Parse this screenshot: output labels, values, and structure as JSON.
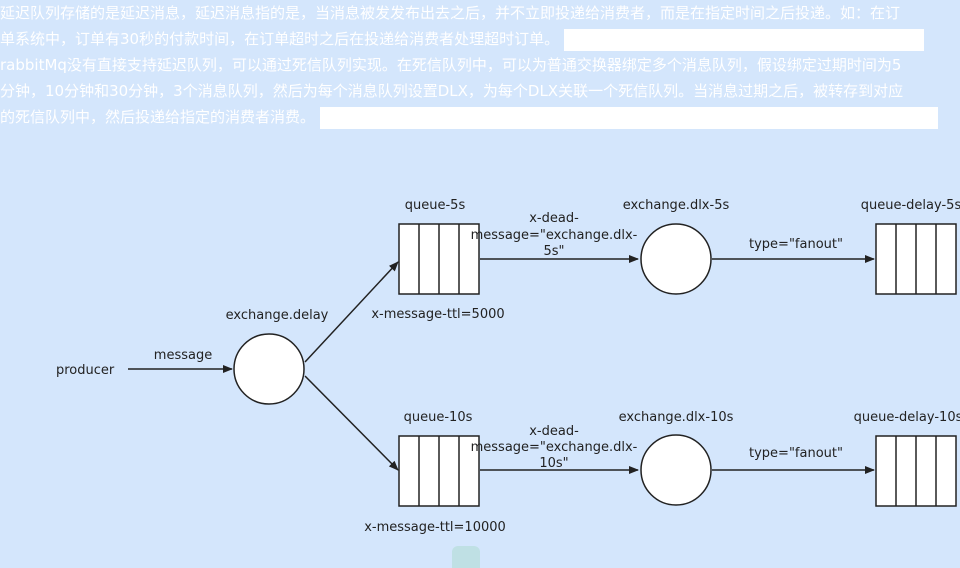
{
  "description": {
    "lines": [
      "延迟队列存储的是延迟消息，延迟消息指的是，当消息被发发布出去之后，并不立即投递给消费者，而是在指定时间之后投递。如：在订",
      "单系统中，订单有30秒的付款时间，在订单超时之后在投递给消费者处理超时订单。",
      "rabbitMq没有直接支持延迟队列，可以通过死信队列实现。在死信队列中，可以为普通交换器绑定多个消息队列，假设绑定过期时间为5",
      "分钟，10分钟和30分钟，3个消息队列，然后为每个消息队列设置DLX，为每个DLX关联一个死信队列。当消息过期之后，被转存到对应",
      "的死信队列中，然后投递给指定的消费者消费。"
    ]
  },
  "diagram": {
    "producer_label": "producer",
    "message_label": "message",
    "exchange_delay_label": "exchange.delay",
    "top_branch": {
      "queue_label": "queue-5s",
      "ttl_label": "x-message-ttl=5000",
      "dlx_label_lines": [
        "x-dead-",
        "message=\"exchange.dlx-",
        "5s\""
      ],
      "exchange_label": "exchange.dlx-5s",
      "type_label": "type=\"fanout\"",
      "delay_queue_label": "queue-delay-5s"
    },
    "bottom_branch": {
      "queue_label": "queue-10s",
      "ttl_label": "x-message-ttl=10000",
      "dlx_label_lines": [
        "x-dead-",
        "message=\"exchange.dlx-",
        "10s\""
      ],
      "exchange_label": "exchange.dlx-10s",
      "type_label": "type=\"fanout\"",
      "delay_queue_label": "queue-delay-10s"
    }
  },
  "colors": {
    "background": "#d4e6fc",
    "text_overlay": "#ffffff",
    "stroke": "#222222"
  }
}
